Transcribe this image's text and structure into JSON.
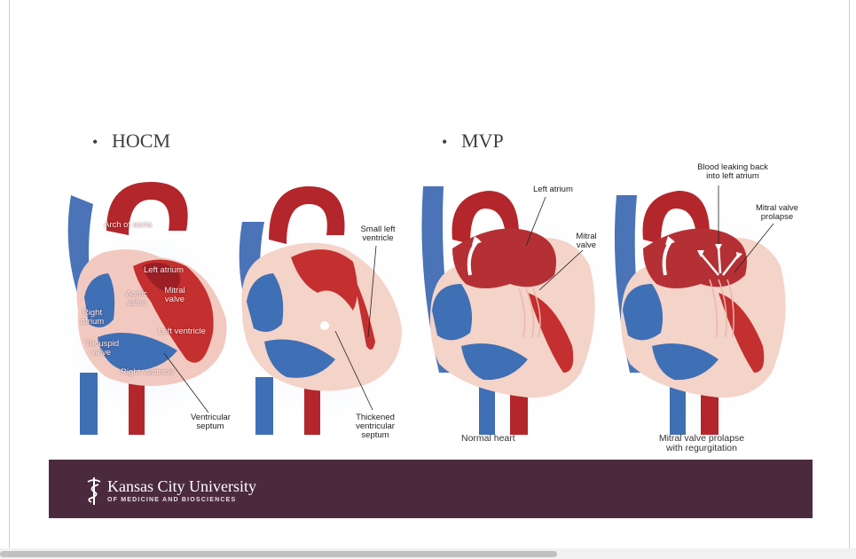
{
  "bullets": {
    "left": "HOCM",
    "right": "MVP"
  },
  "hocm_normal_labels": {
    "arch_of_aorta": "Arch of aorta",
    "left_atrium": "Left atrium",
    "aortic_valve": "Aortic valve",
    "mitral_valve": "Mitral valve",
    "right_atrium": "Right atrium",
    "left_ventricle": "Left ventricle",
    "tricuspid_valve": "Tricuspid valve",
    "right_ventricle": "Right ventricle",
    "ventricular_septum": "Ventricular septum"
  },
  "hocm_thick_labels": {
    "small_left_ventricle": "Small left ventricle",
    "thickened_septum": "Thickened ventricular septum"
  },
  "mvp_normal_labels": {
    "left_atrium": "Left atrium",
    "mitral_valve": "Mitral valve",
    "caption": "Normal heart"
  },
  "mvp_prolapse_labels": {
    "blood_leaking": "Blood leaking back into left atrium",
    "mitral_prolapse": "Mitral valve prolapse",
    "caption": "Mitral valve prolapse with regurgitation"
  },
  "footer": {
    "university": "Kansas City University",
    "subtitle": "OF MEDICINE AND BIOSCIENCES"
  },
  "colors": {
    "footer_band": "#4b2a3e",
    "artery_red": "#b3262b",
    "vein_blue": "#3f6fb5",
    "muscle_pink": "#f2c9c0"
  }
}
